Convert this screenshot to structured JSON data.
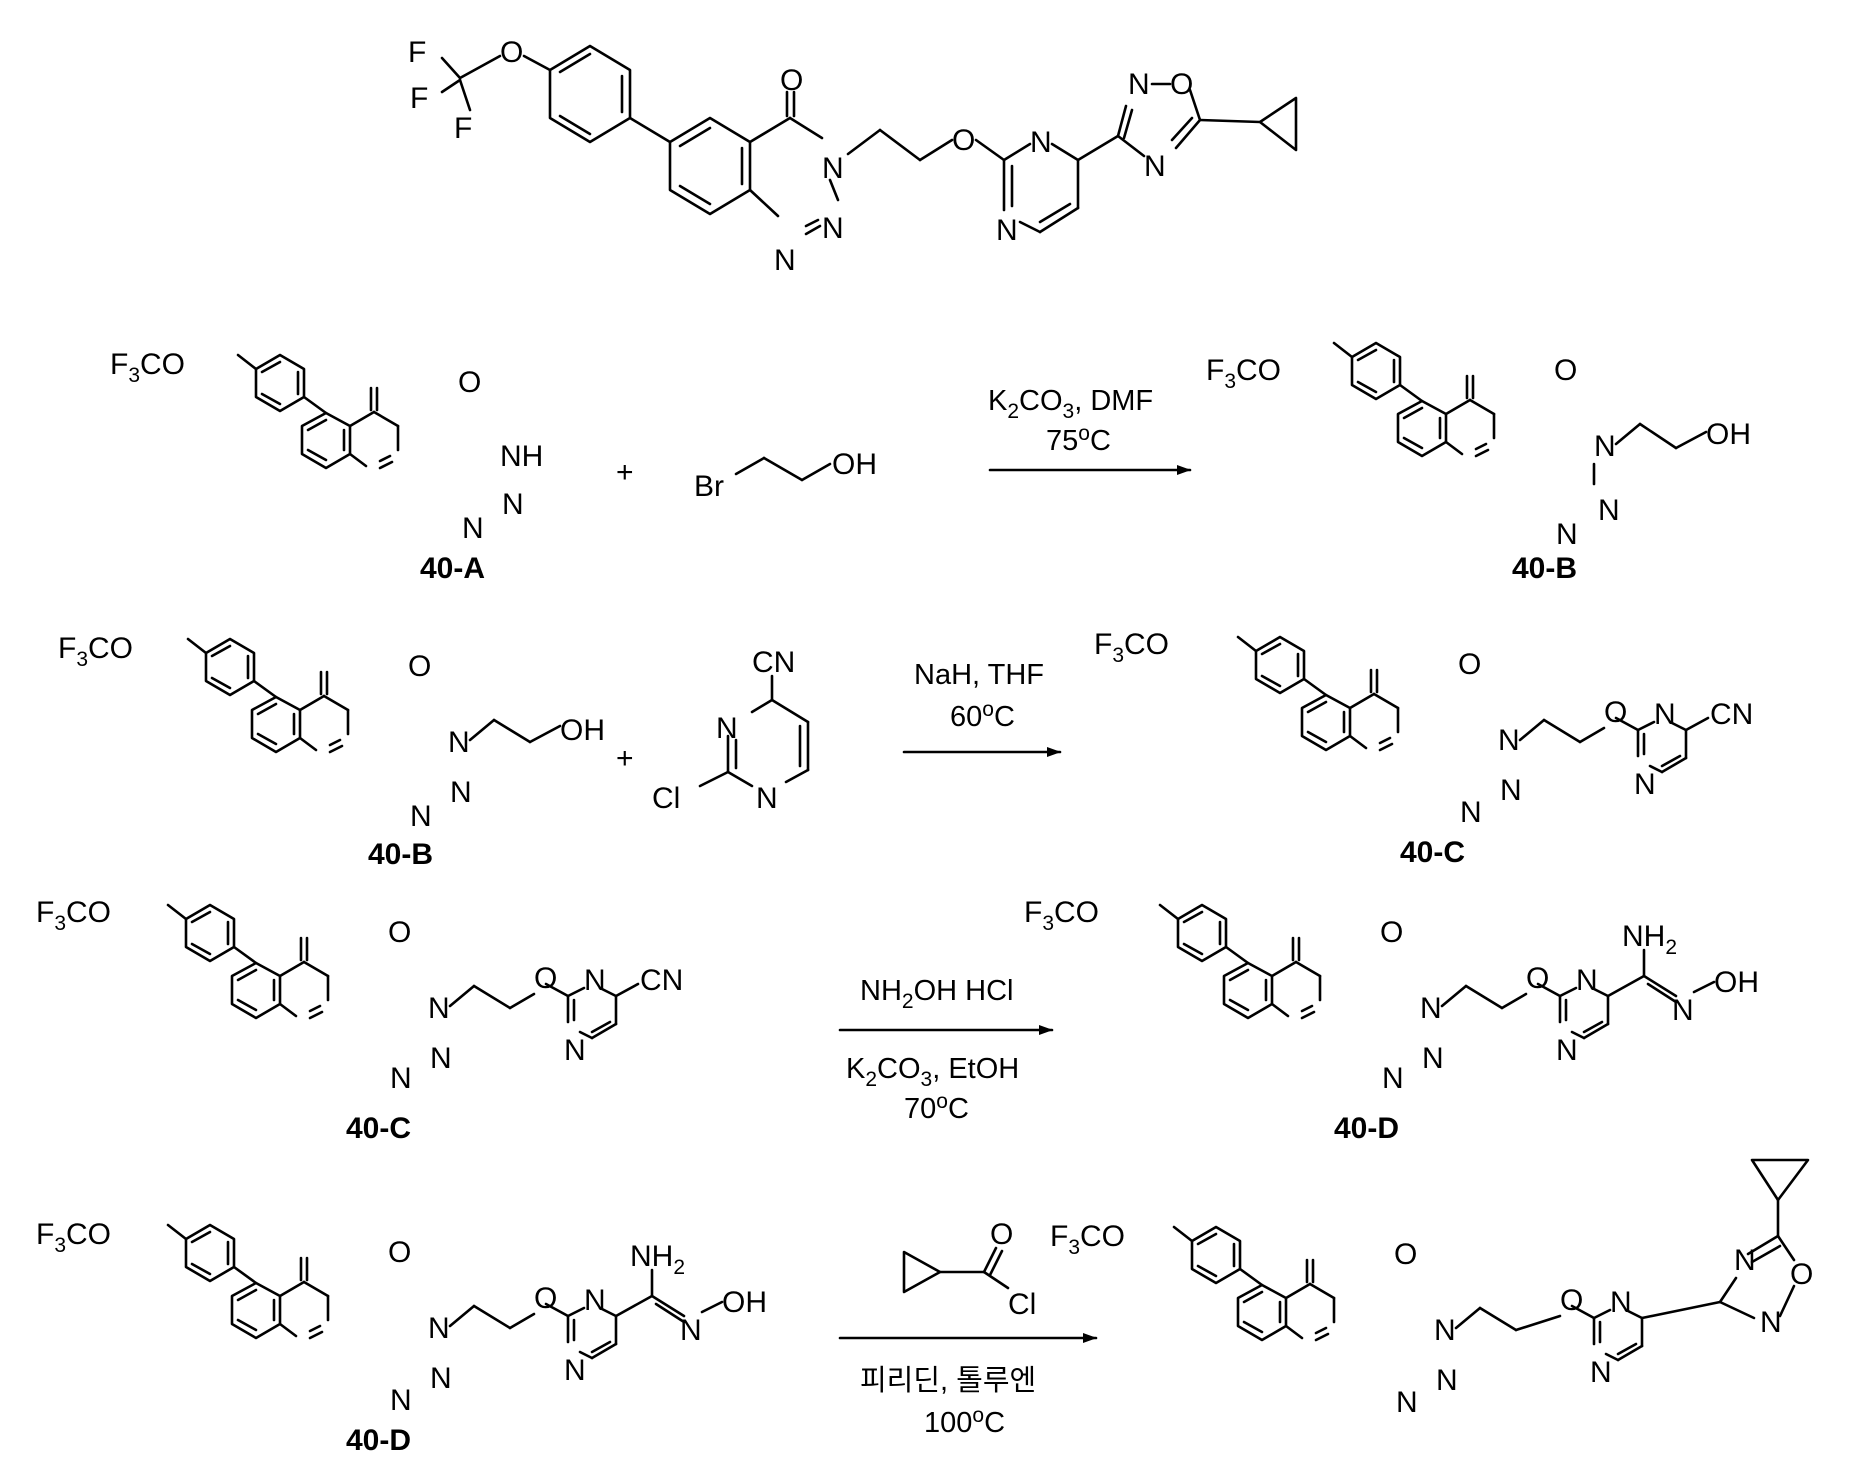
{
  "atoms": {
    "F": "F",
    "O": "O",
    "N": "N",
    "Br": "Br",
    "Cl": "Cl",
    "OH": "OH",
    "NH": "NH",
    "CN": "CN",
    "three": "3",
    "two": "2",
    "ocf3_prefix": "F",
    "ocf3_suffix": "CO",
    "nh2_prefix": "NH"
  },
  "plus": "+",
  "compounds": {
    "A": "40-A",
    "B": "40-B",
    "C": "40-C",
    "D": "40-D"
  },
  "reactions": {
    "r1": {
      "top_k": "K",
      "top_sub": "2",
      "top_rest": "CO",
      "top_sub2": "3",
      "top_end": ", DMF",
      "temp": "75",
      "deg": "o",
      "unit": "C"
    },
    "r2": {
      "top": "NaH, THF",
      "temp": "60",
      "deg": "o",
      "unit": "C"
    },
    "r3": {
      "top_a": "NH",
      "top_sub": "2",
      "top_b": "OH HCl",
      "bot_k": "K",
      "bot_sub": "2",
      "bot_rest": "CO",
      "bot_sub2": "3",
      "bot_end": ", EtOH",
      "temp": "70",
      "deg": "o",
      "unit": "C"
    },
    "r4": {
      "solvents": "피리딘, 톨루엔",
      "temp": "100",
      "deg": "o",
      "unit": "C"
    }
  }
}
